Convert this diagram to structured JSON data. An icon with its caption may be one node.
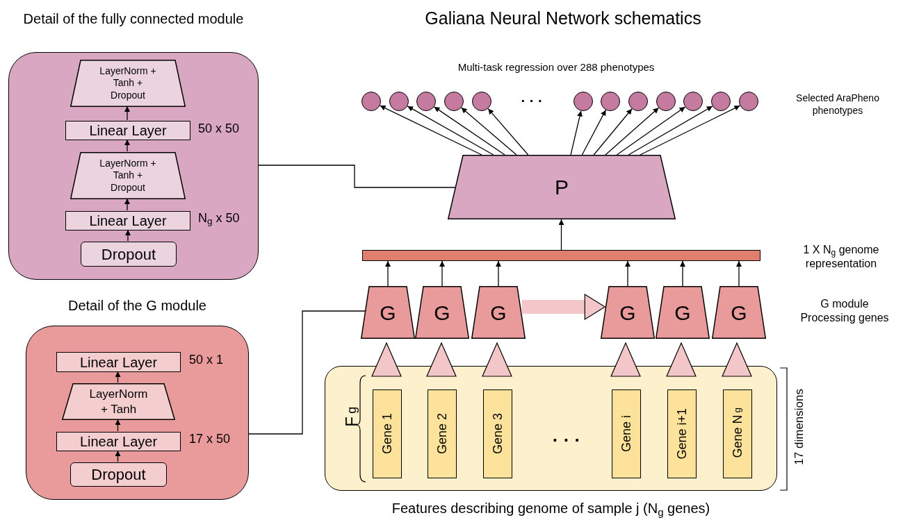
{
  "diagram": {
    "title": "Galiana Neural Network schematics",
    "nodes": [
      {
        "text": [
          "Detail of the fully connected module"
        ]
      },
      {
        "text": [
          "LayerNorm + Tanh + Dropout"
        ],
        "in": 0
      },
      {
        "text": [
          "Linear Layer"
        ],
        "in": 0,
        "beside": [
          "50 x 50"
        ]
      },
      {
        "text": [
          "LayerNorm + Tanh + Dropout"
        ],
        "in": 0
      },
      {
        "text": [
          "Linear Layer"
        ],
        "in": 0,
        "beside": [
          "N$_{g}$ x 50"
        ]
      },
      {
        "text": [
          "Dropout"
        ],
        "in": 0
      },
      {
        "text": [
          "Detail of the G module"
        ]
      },
      {
        "text": [
          "Linear Layer"
        ],
        "in": 6,
        "beside": [
          "50 x 1"
        ]
      },
      {
        "text": [
          "LayerNorm + Tanh"
        ],
        "in": 6
      },
      {
        "text": [
          "Linear Layer"
        ],
        "in": 6,
        "beside": [
          "17 x 50"
        ]
      },
      {
        "text": [
          "Dropout"
        ],
        "in": 6
      },
      {
        "text": [],
        "shape": "circle"
      },
      {
        "text": [],
        "shape": "circle"
      },
      {
        "text": [],
        "shape": "circle"
      },
      {
        "text": [],
        "shape": "circle"
      },
      {
        "text": [],
        "shape": "circle"
      },
      {
        "text": [],
        "shape": "circle"
      },
      {
        "text": [],
        "shape": "circle"
      },
      {
        "text": [],
        "shape": "circle"
      },
      {
        "text": [],
        "shape": "circle"
      },
      {
        "text": [],
        "shape": "circle"
      },
      {
        "text": [],
        "shape": "circle"
      },
      {
        "text": [],
        "shape": "circle"
      },
      {
        "text": [
          "P"
        ]
      },
      {
        "text": [],
        "shape": "bar",
        "beside": [
          "1 X N$_{g}$ genome representation"
        ]
      },
      {
        "text": [
          "G"
        ]
      },
      {
        "text": [
          "G"
        ]
      },
      {
        "text": [
          "G"
        ]
      },
      {
        "text": [
          "G"
        ]
      },
      {
        "text": [
          "G"
        ]
      },
      {
        "text": [
          "G"
        ]
      },
      {
        "text": [
          "Features describing genome of sample j (N$_{g}$ genes)"
        ]
      },
      {
        "text": [
          "Gene 1"
        ],
        "in": 31
      },
      {
        "text": [
          "Gene 2"
        ],
        "in": 31
      },
      {
        "text": [
          "Gene 3"
        ],
        "in": 31
      },
      {
        "text": [
          "Gene i"
        ],
        "in": 31
      },
      {
        "text": [
          "Gene i+1"
        ],
        "in": 31
      },
      {
        "text": [
          "Gene N$_{g}$"
        ],
        "in": 31
      },
      {
        "text": [],
        "shape": "triangle"
      },
      {
        "text": [],
        "shape": "triangle"
      },
      {
        "text": [],
        "shape": "triangle"
      },
      {
        "text": [],
        "shape": "triangle"
      },
      {
        "text": [],
        "shape": "triangle"
      },
      {
        "text": [],
        "shape": "triangle"
      }
    ],
    "edges": [
      {
        "from": 5,
        "to": 4,
        "arrow": "to"
      },
      {
        "from": 4,
        "to": 3,
        "arrow": "to"
      },
      {
        "from": 3,
        "to": 2,
        "arrow": "to"
      },
      {
        "from": 2,
        "to": 1,
        "arrow": "to"
      },
      {
        "from": 10,
        "to": 9,
        "arrow": "to"
      },
      {
        "from": 9,
        "to": 8,
        "arrow": "to"
      },
      {
        "from": 8,
        "to": 7,
        "arrow": "to"
      },
      {
        "from": 0,
        "to": 23,
        "arrow": "none"
      },
      {
        "from": 6,
        "to": 25,
        "arrow": "none"
      },
      {
        "from": 25,
        "to": 24,
        "arrow": "to"
      },
      {
        "from": 26,
        "to": 24,
        "arrow": "to"
      },
      {
        "from": 27,
        "to": 24,
        "arrow": "to"
      },
      {
        "from": 28,
        "to": 24,
        "arrow": "to"
      },
      {
        "from": 29,
        "to": 24,
        "arrow": "to"
      },
      {
        "from": 30,
        "to": 24,
        "arrow": "to"
      },
      {
        "from": 24,
        "to": 23,
        "arrow": "to"
      },
      {
        "from": 23,
        "to": 11,
        "arrow": "to"
      },
      {
        "from": 23,
        "to": 12,
        "arrow": "to"
      },
      {
        "from": 23,
        "to": 13,
        "arrow": "to"
      },
      {
        "from": 23,
        "to": 14,
        "arrow": "to"
      },
      {
        "from": 23,
        "to": 15,
        "arrow": "to"
      },
      {
        "from": 23,
        "to": 16,
        "arrow": "to"
      },
      {
        "from": 23,
        "to": 17,
        "arrow": "to"
      },
      {
        "from": 23,
        "to": 18,
        "arrow": "to"
      },
      {
        "from": 23,
        "to": 19,
        "arrow": "to"
      },
      {
        "from": 23,
        "to": 20,
        "arrow": "to"
      },
      {
        "from": 23,
        "to": 21,
        "arrow": "to"
      },
      {
        "from": 23,
        "to": 22,
        "arrow": "to"
      },
      {
        "from": 27,
        "to": 28,
        "arrow": "to",
        "style": "thick",
        "color": "#f3c7c9"
      }
    ],
    "labels": [
      "Multi-task regression over 288 phenotypes",
      "· · ·",
      "Selected AraPheno phenotypes",
      "G module Processing genes",
      "F$_{g}$",
      "· · ·",
      "17 dimensions"
    ]
  }
}
